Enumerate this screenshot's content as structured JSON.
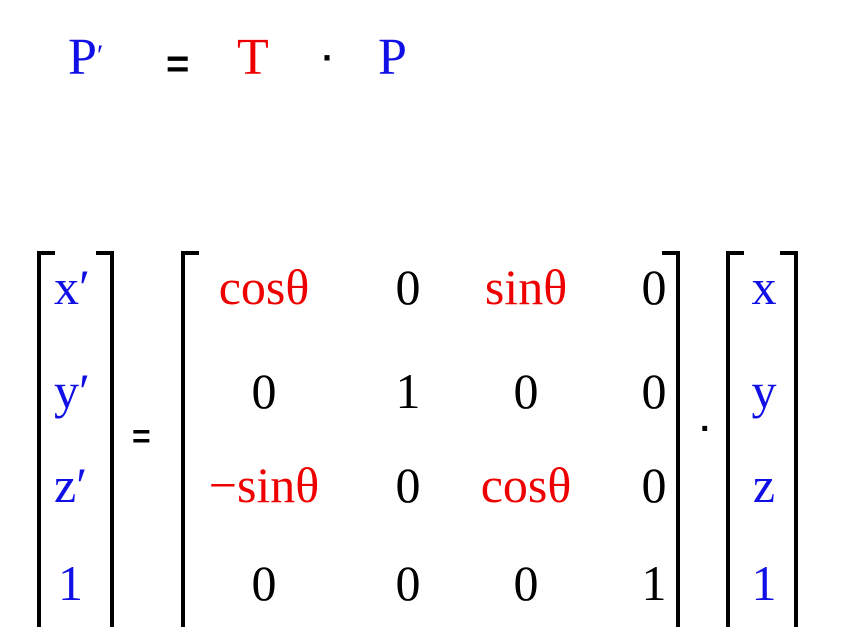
{
  "equation": {
    "lhs": "P",
    "prime": "′",
    "equals": "=",
    "transform": "T",
    "dot": "·",
    "rhs": "P"
  },
  "matrix_equation": {
    "result_vector": [
      "x′",
      "y′",
      "z′",
      "1"
    ],
    "equals": "=",
    "matrix": [
      [
        "cosθ",
        "0",
        "sinθ",
        "0"
      ],
      [
        "0",
        "1",
        "0",
        "0"
      ],
      [
        "−sinθ",
        "0",
        "cosθ",
        "0"
      ],
      [
        "0",
        "0",
        "0",
        "1"
      ]
    ],
    "dot": "·",
    "input_vector": [
      "x",
      "y",
      "z",
      "1"
    ]
  },
  "colors": {
    "point": "#1010e6",
    "transform": "#ee0000",
    "constant": "#000000"
  }
}
